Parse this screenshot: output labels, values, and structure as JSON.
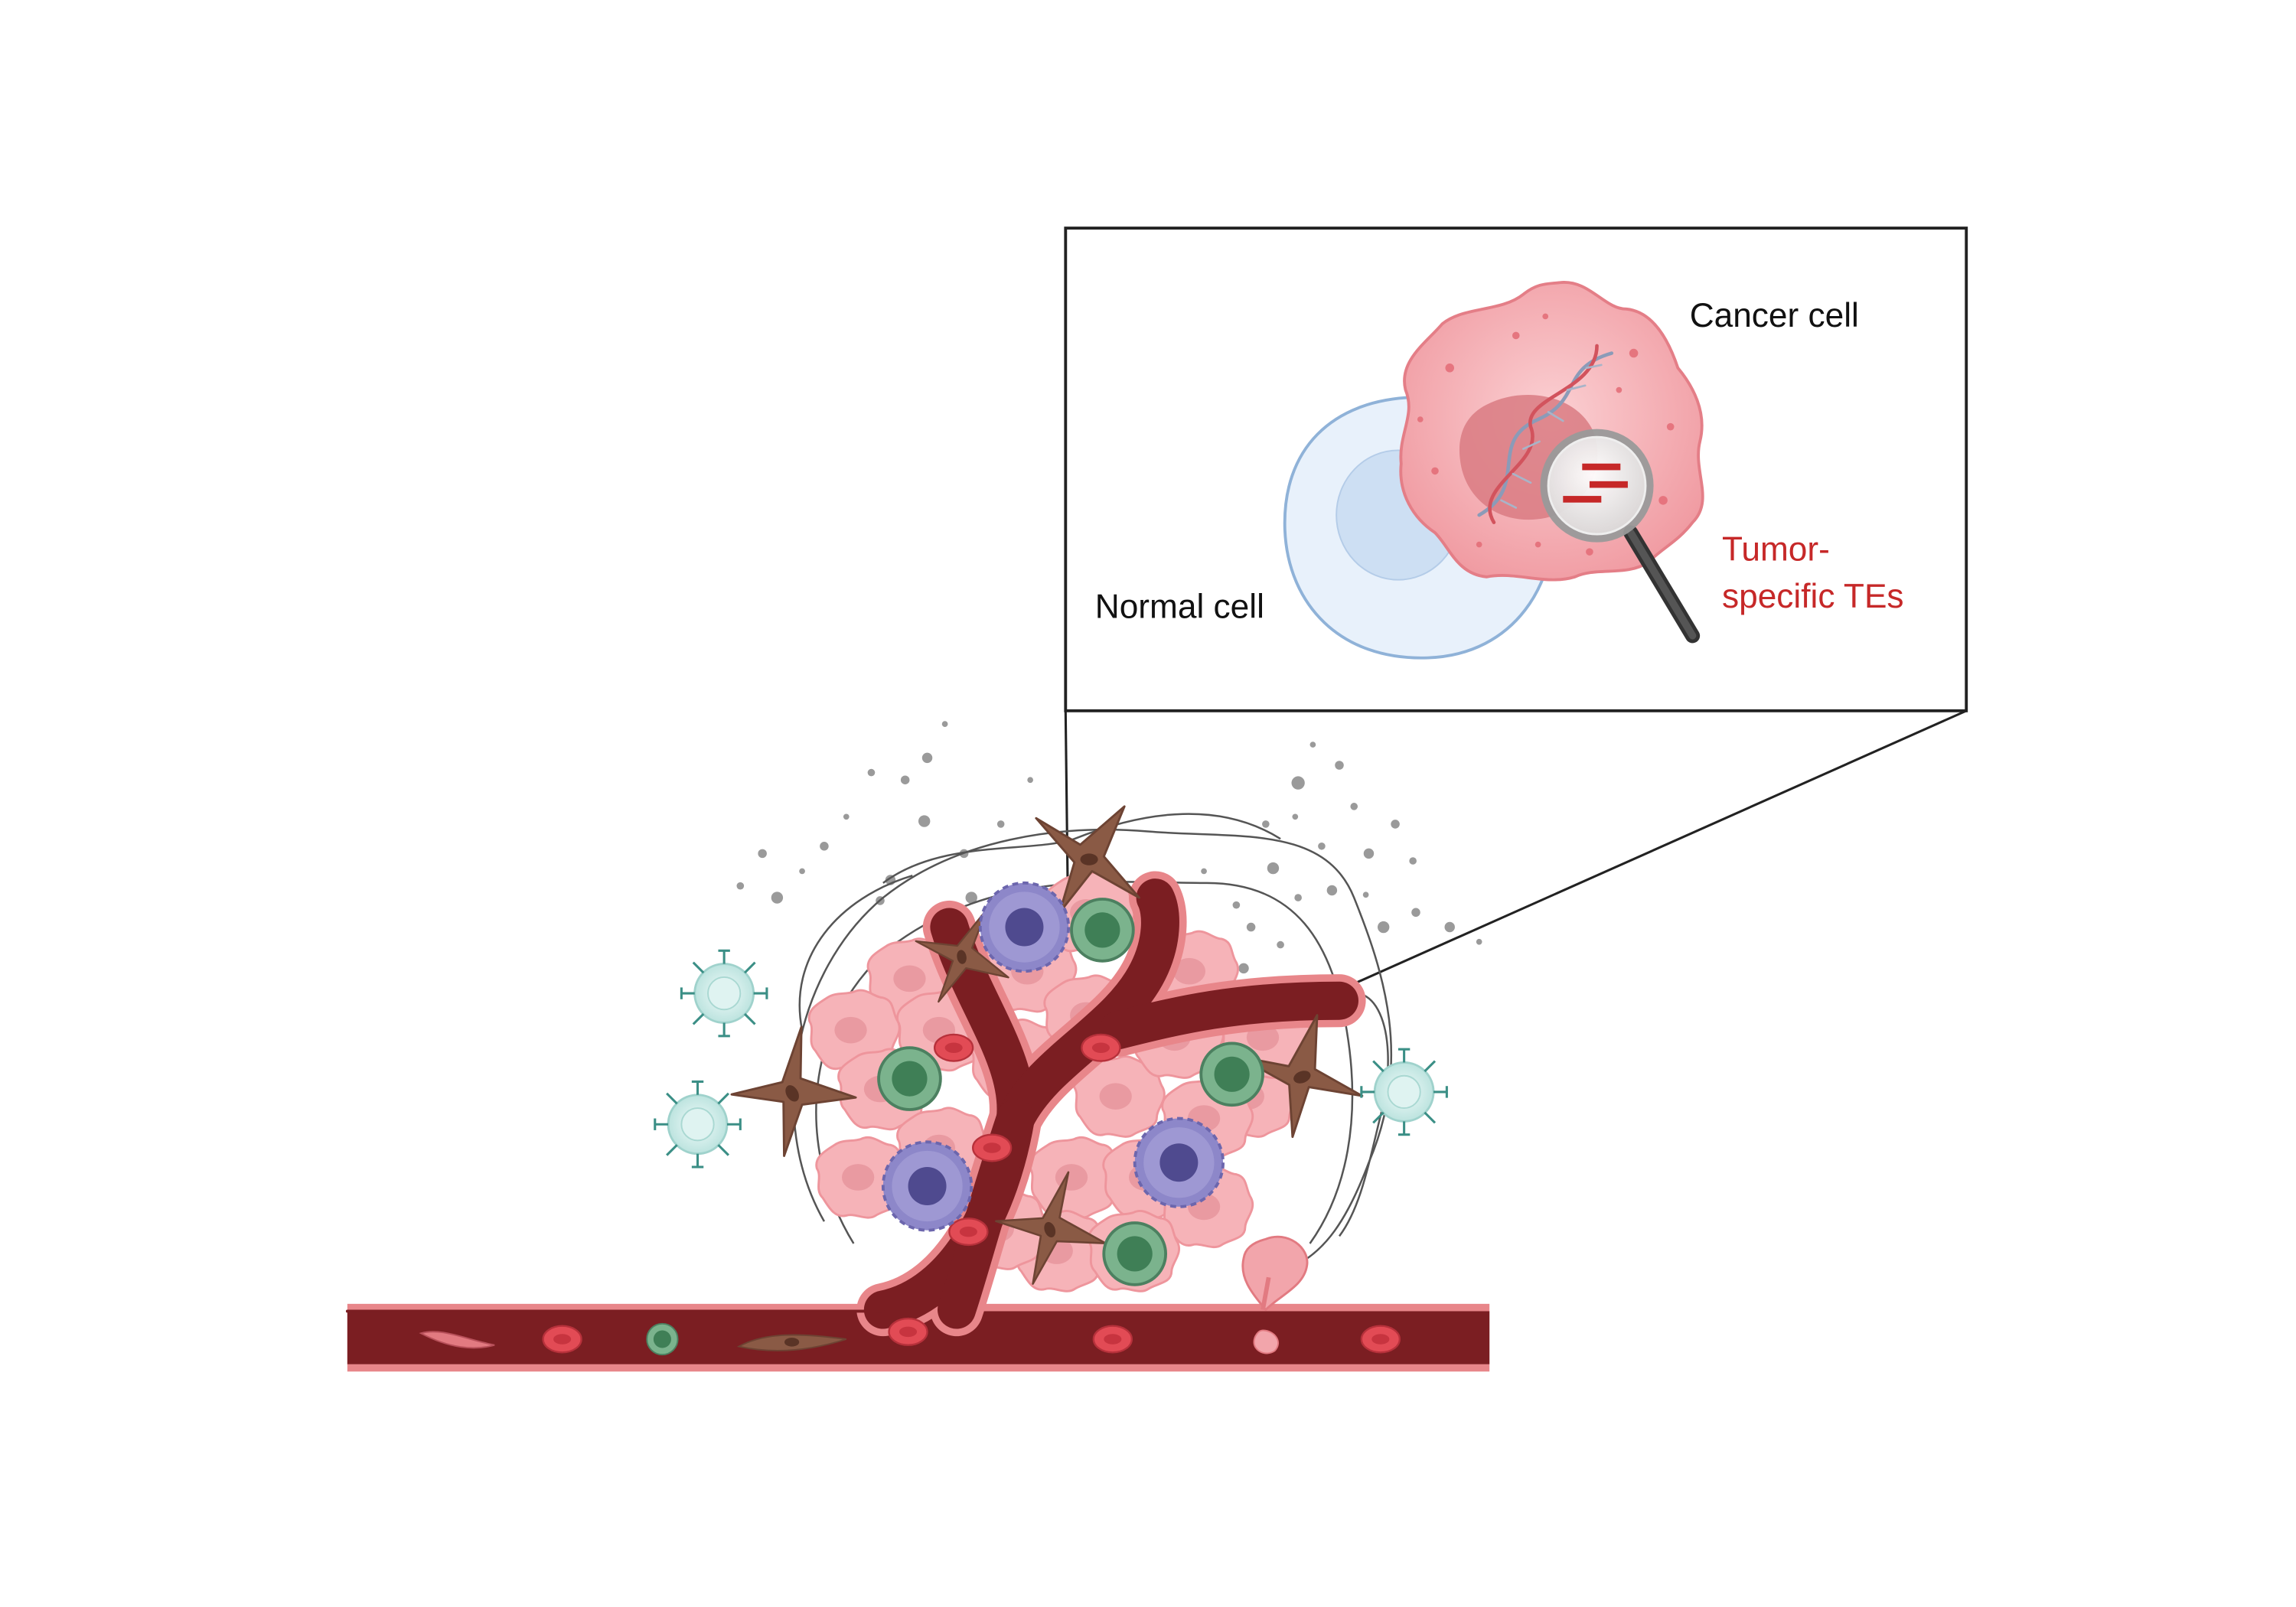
{
  "inset": {
    "cancer_cell_label": "Cancer cell",
    "normal_cell_label": "Normal cell",
    "te_label_line1": "Tumor-",
    "te_label_line2": "specific TEs"
  },
  "colors": {
    "label_dark": "#111111",
    "label_accent": "#c62828",
    "vessel_dark": "#7b1e22",
    "vessel_wall": "#e8868a",
    "cancer_cell": "#f4a9ae",
    "normal_cell": "#dce9f7",
    "t_cell": "#5e9b73",
    "dendritic_cell": "#8a84c4",
    "fibroblast": "#8a5a45",
    "immune_cell": "#c9ece8"
  },
  "icons": {
    "magnifier": "magnifier-icon",
    "dna": "dna-helix-icon"
  }
}
